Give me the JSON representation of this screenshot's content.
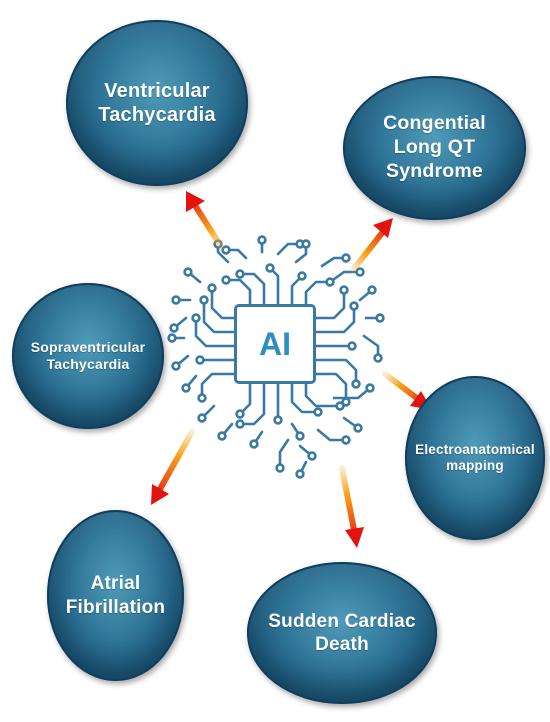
{
  "center": {
    "label": "AI"
  },
  "nodes": [
    {
      "id": "ventricular-tachycardia",
      "label": "Ventricular\nTachycardia"
    },
    {
      "id": "congenital-long-qt",
      "label": "Congential\nLong QT\nSyndrome"
    },
    {
      "id": "sopraventricular-tachycardia",
      "label": "Sopraventricular\nTachycardia"
    },
    {
      "id": "electroanatomical-mapping",
      "label": "Electroanatomical\nmapping"
    },
    {
      "id": "atrial-fibrillation",
      "label": "Atrial\nFibrillation"
    },
    {
      "id": "sudden-cardiac-death",
      "label": "Sudden Cardiac\nDeath"
    }
  ],
  "colors": {
    "node_fill": "#1f5f84",
    "node_edge": "#0f3f5e",
    "circuit": "#3a79a6",
    "arrow_start": "#f7a21b",
    "arrow_end": "#e3140f",
    "ai_text": "#2e8ec4"
  }
}
